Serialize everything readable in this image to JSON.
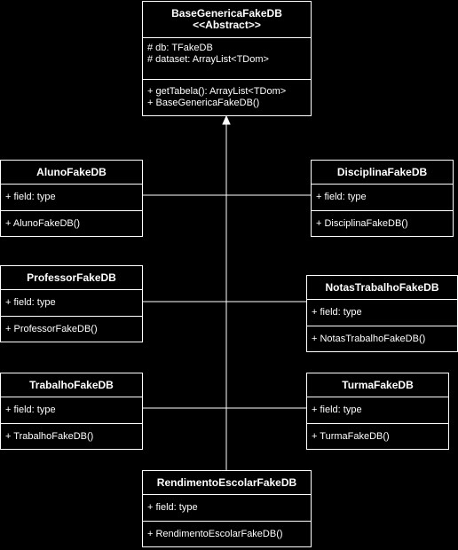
{
  "base": {
    "name": "BaseGenericaFakeDB",
    "stereotype": "<<Abstract>>",
    "attributes": [
      "# db: TFakeDB",
      "# dataset: ArrayList<TDom>"
    ],
    "methods": [
      "+ getTabela(): ArrayList<TDom>",
      "+ BaseGenericaFakeDB()"
    ]
  },
  "classes": {
    "aluno": {
      "name": "AlunoFakeDB",
      "field": "+ field: type",
      "method": "+ AlunoFakeDB()"
    },
    "disciplina": {
      "name": "DisciplinaFakeDB",
      "field": "+ field: type",
      "method": "+ DisciplinaFakeDB()"
    },
    "professor": {
      "name": "ProfessorFakeDB",
      "field": "+ field: type",
      "method": "+ ProfessorFakeDB()"
    },
    "notas": {
      "name": "NotasTrabalhoFakeDB",
      "field": "+ field: type",
      "method": "+ NotasTrabalhoFakeDB()"
    },
    "trabalho": {
      "name": "TrabalhoFakeDB",
      "field": "+ field: type",
      "method": "+ TrabalhoFakeDB()"
    },
    "turma": {
      "name": "TurmaFakeDB",
      "field": "+ field: type",
      "method": "+ TurmaFakeDB()"
    },
    "rendimento": {
      "name": "RendimentoEscolarFakeDB",
      "field": "+ field: type",
      "method": "+ RendimentoEscolarFakeDB()"
    }
  },
  "colors": {
    "background": "#000000",
    "stroke": "#ffffff",
    "text": "#ffffff"
  }
}
